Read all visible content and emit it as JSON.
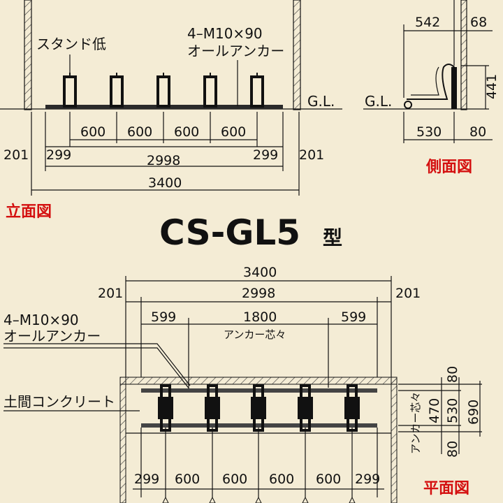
{
  "title": {
    "model": "CS-GL5",
    "suffix": "型"
  },
  "elevation": {
    "view_label": "立面図",
    "stand_label": "スタンド低",
    "anchor_count": "4–M10×90",
    "anchor_type": "オールアンカー",
    "gl": "G.L.",
    "spacing": "600",
    "end": "299",
    "inner_total": "2998",
    "margin": "201",
    "overall": "3400"
  },
  "side": {
    "view_label": "側面図",
    "gl": "G.L.",
    "top_width": "542",
    "top_offset": "68",
    "height": "441",
    "base_width": "530",
    "base_offset": "80"
  },
  "plan": {
    "view_label": "平面図",
    "overall": "3400",
    "margin": "201",
    "inner_total": "2998",
    "anchor_end": "599",
    "anchor_span": "1800",
    "anchor_center_label": "アンカー芯々",
    "anchor_count": "4–M10×90",
    "anchor_type": "オールアンカー",
    "floor_label": "土間コンクリート",
    "spacing": "600",
    "end": "299",
    "dim_80": "80",
    "dim_470": "470",
    "dim_530": "530",
    "dim_690": "690",
    "side_anchor_label": "アンカー芯々"
  }
}
